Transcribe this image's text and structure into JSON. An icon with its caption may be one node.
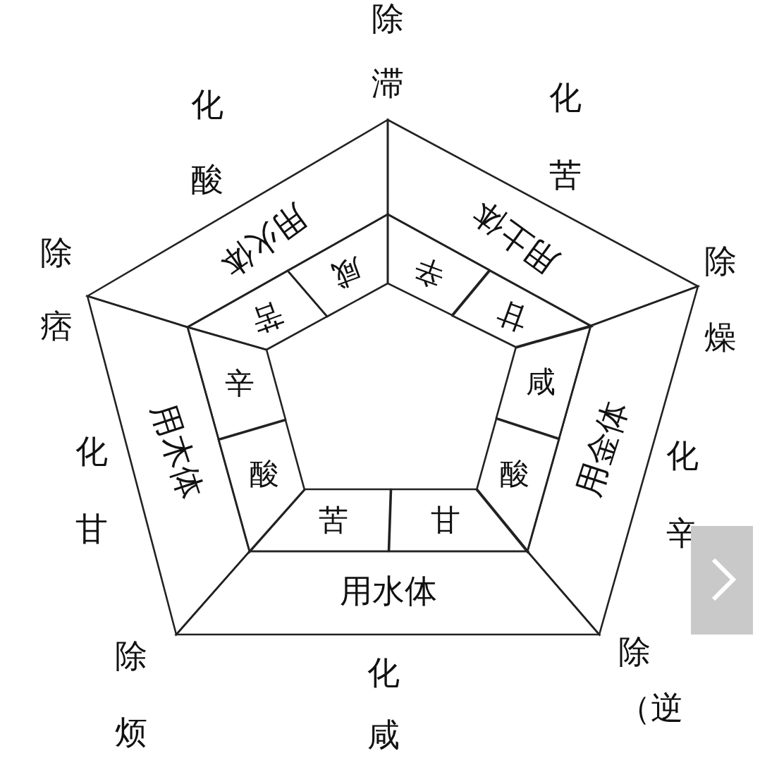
{
  "diagram": {
    "nodes": [
      {
        "text": [
          "用火体"
        ]
      },
      {
        "text": [
          "用土体"
        ]
      },
      {
        "text": [
          "咸"
        ]
      },
      {
        "text": [
          "辛"
        ]
      },
      {
        "text": [
          "苦"
        ]
      },
      {
        "text": [
          "甘"
        ]
      },
      {
        "text": [
          "辛"
        ]
      },
      {
        "text": [
          "咸"
        ]
      },
      {
        "text": [
          "用木体"
        ]
      },
      {
        "text": [
          "用金体"
        ]
      },
      {
        "text": [
          "酸"
        ]
      },
      {
        "text": [
          "酸"
        ]
      },
      {
        "text": [
          "苦"
        ]
      },
      {
        "text": [
          "甘"
        ]
      },
      {
        "text": [
          "用水体"
        ]
      }
    ],
    "labels": [
      "除滞",
      "化酸",
      "化苦",
      "除痞",
      "除燥",
      "化甘",
      "化辛",
      "除烦",
      "化咸",
      "除（逆"
    ]
  }
}
